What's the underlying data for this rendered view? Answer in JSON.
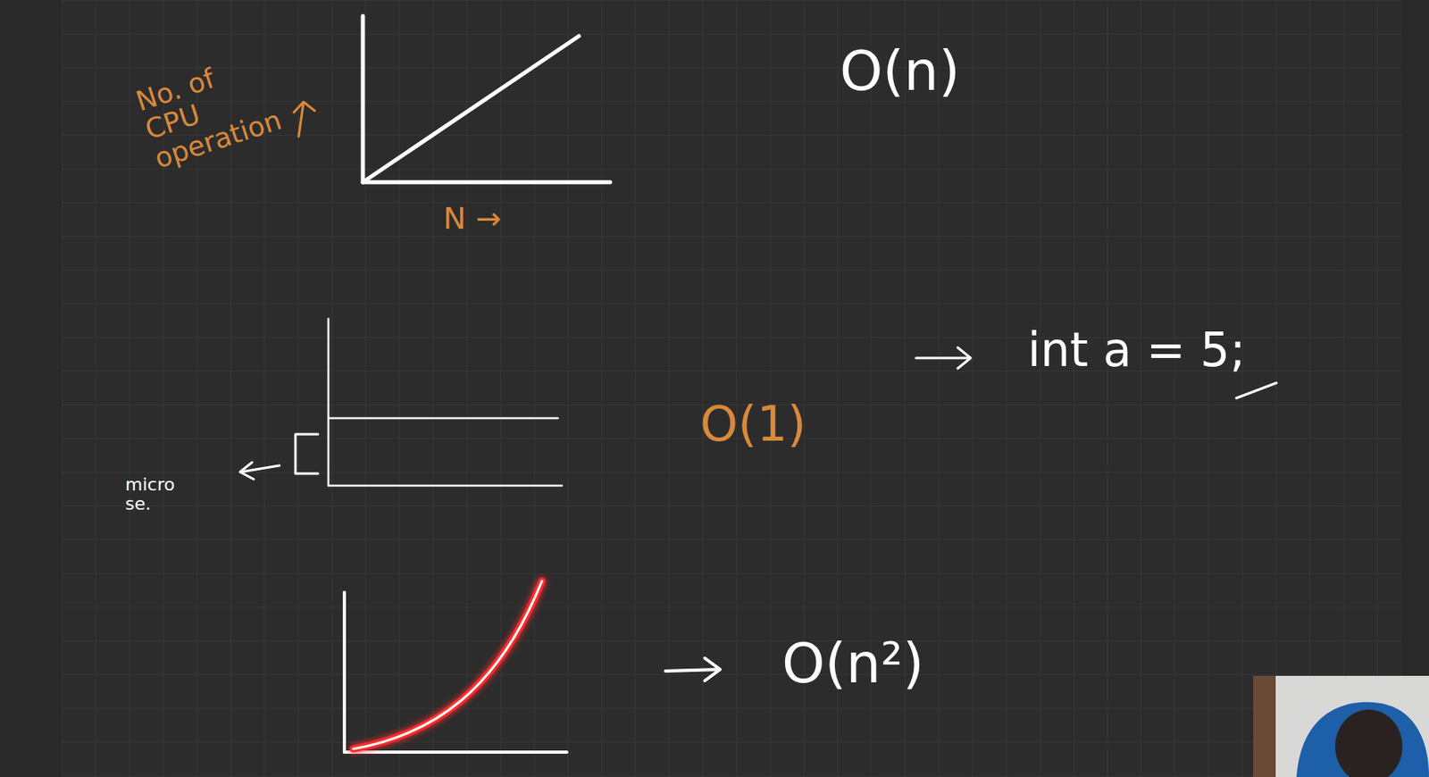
{
  "diagram": {
    "labels": [
      "No. of CPU operation",
      "N →",
      "O(n)",
      "micro se.",
      "O(1)",
      "int a = 5;",
      "O(n²)"
    ]
  }
}
